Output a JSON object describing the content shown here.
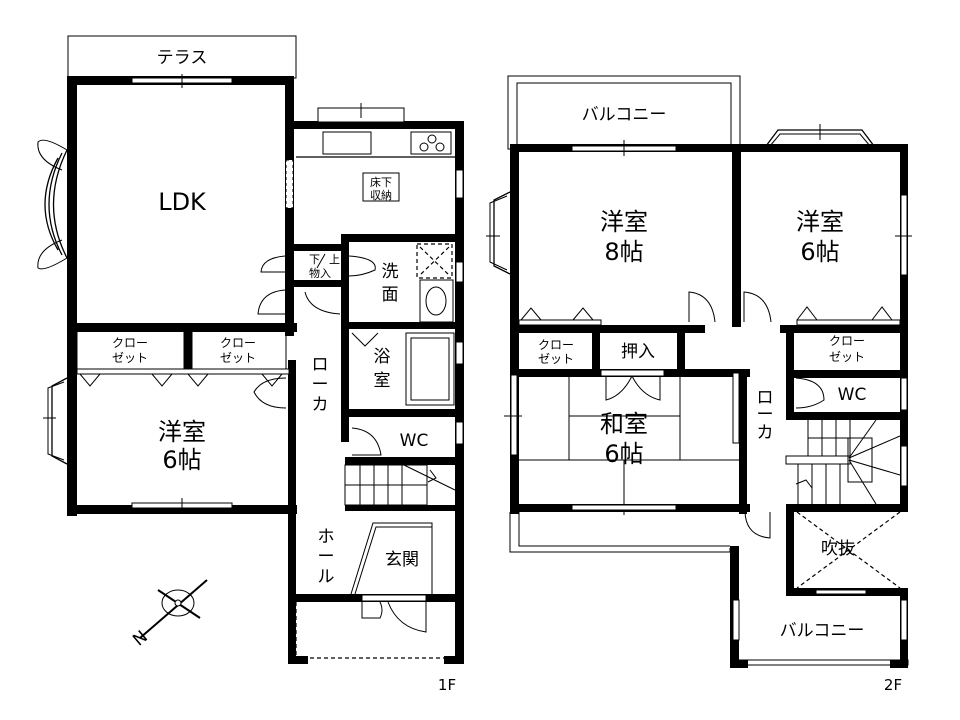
{
  "floor1": {
    "label": "1F",
    "terrace": "テラス",
    "ldk": "LDK",
    "underfloor_storage": [
      "床下",
      "収納"
    ],
    "storage": {
      "down": "下",
      "up": "上",
      "name": "物入"
    },
    "washroom": [
      "洗",
      "面"
    ],
    "bathroom": [
      "浴",
      "室"
    ],
    "wc": "WC",
    "closet_left": [
      "クロー",
      "ゼット"
    ],
    "closet_right": [
      "クロー",
      "ゼット"
    ],
    "bedroom": [
      "洋室",
      "6帖"
    ],
    "corridor": [
      "ロ",
      "ー",
      "カ"
    ],
    "hall": [
      "ホ",
      "ー",
      "ル"
    ],
    "entrance": "玄関"
  },
  "floor2": {
    "label": "2F",
    "balcony_top": "バルコニー",
    "balcony_bottom": "バルコニー",
    "bedroom_8": [
      "洋室",
      "8帖"
    ],
    "bedroom_6": [
      "洋室",
      "6帖"
    ],
    "closet_left": [
      "クロー",
      "ゼット"
    ],
    "closet_right": [
      "クロー",
      "ゼット"
    ],
    "oshiire": "押入",
    "japanese_room": [
      "和室",
      "6帖"
    ],
    "corridor": [
      "ロ",
      "ー",
      "カ"
    ],
    "wc": "WC",
    "atrium": "吹抜"
  },
  "compass": {
    "north_label": "N"
  }
}
